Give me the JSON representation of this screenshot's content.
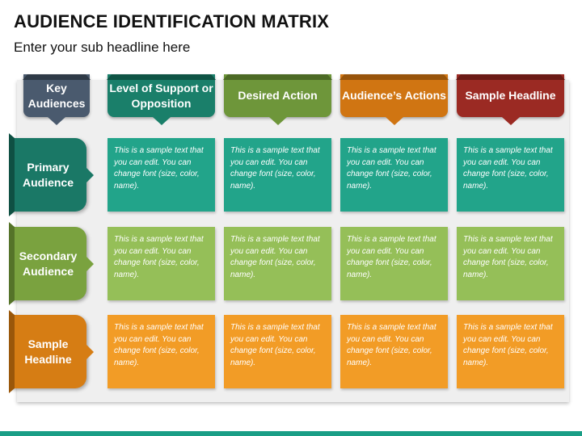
{
  "title": "AUDIENCE IDENTIFICATION MATRIX",
  "subtitle": "Enter your sub headline here",
  "columns": [
    {
      "label": "Key Audiences",
      "color": "#4a5a6e",
      "dark": "#2f3a47"
    },
    {
      "label": "Level of Support or Opposition",
      "color": "#1a7f6a",
      "dark": "#0f5445"
    },
    {
      "label": "Desired Action",
      "color": "#6e963a",
      "dark": "#4c6a25"
    },
    {
      "label": "Audience’s Actions",
      "color": "#d07512",
      "dark": "#98540a"
    },
    {
      "label": "Sample Headline",
      "color": "#9b2a23",
      "dark": "#6b1a15"
    }
  ],
  "rows": [
    {
      "label": "Primary Audience",
      "color": "#1a7866",
      "dark": "#0f5043",
      "cell_color": "#22a48a",
      "cells": [
        "This is a sample text that you can edit. You can change font (size, color, name).",
        "This is a sample text that you can edit. You can change font (size, color, name).",
        "This is a sample text that you can edit. You can change font (size, color, name).",
        "This is a sample text that you can edit. You can change font (size, color, name)."
      ]
    },
    {
      "label": "Secondary Audience",
      "color": "#7aa23f",
      "dark": "#557329",
      "cell_color": "#95bf58",
      "cells": [
        "This is a sample text that you can edit. You can change font (size, color, name).",
        "This is a sample text that you can edit. You can change font (size, color, name).",
        "This is a sample text that you can edit. You can change font (size, color, name).",
        "This is a sample text that you can edit. You can change font (size, color, name)."
      ]
    },
    {
      "label": "Sample Headline",
      "color": "#d67d14",
      "dark": "#9a570a",
      "cell_color": "#f29c26",
      "cells": [
        "This is a sample text that you can edit. You can change font (size, color, name).",
        "This is a sample text that you can edit. You can change font (size, color, name).",
        "This is a sample text that you can edit. You can change font (size, color, name).",
        "This is a sample text that you can edit. You can change font (size, color, name)."
      ]
    }
  ],
  "footer_color": "#1a9e86"
}
